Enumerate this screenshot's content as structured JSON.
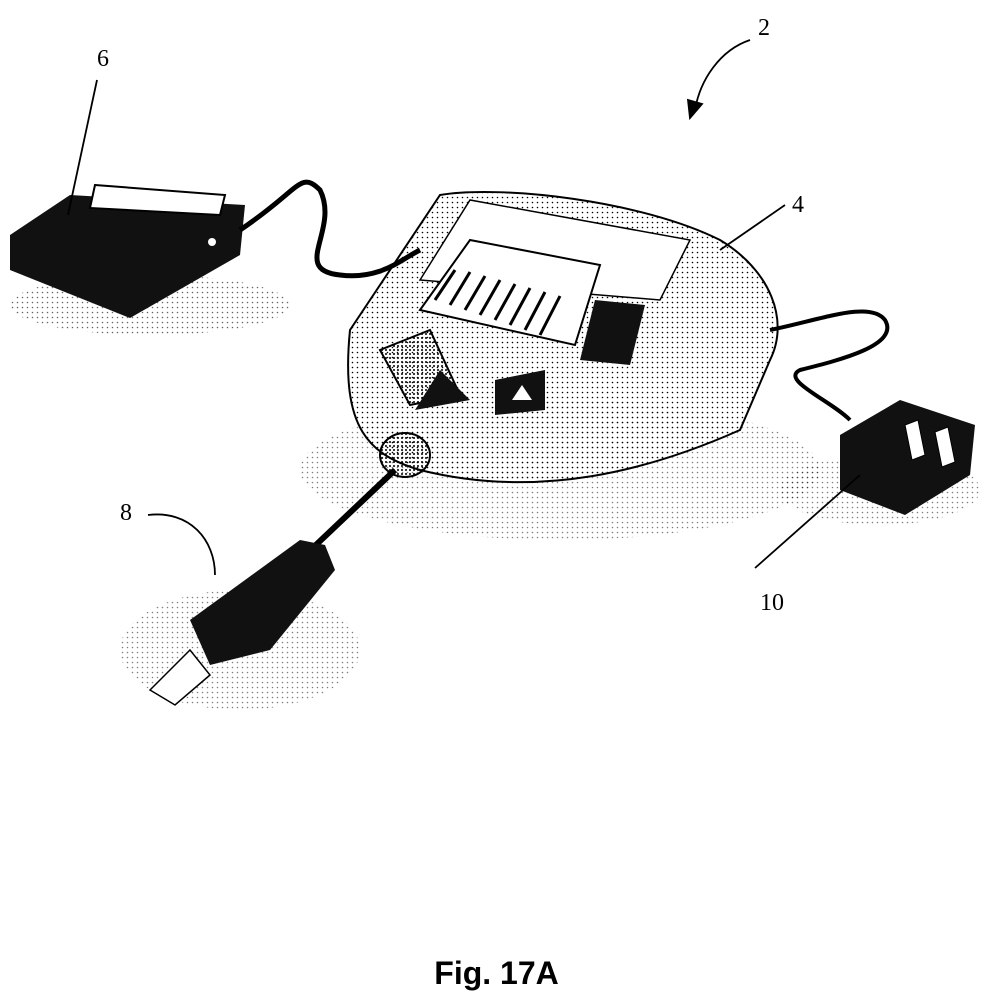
{
  "figure": {
    "caption": "Fig. 17A",
    "labels": {
      "system": "2",
      "base_unit": "4",
      "foot_pedal": "6",
      "handpiece": "8",
      "power_adapter": "10"
    }
  }
}
